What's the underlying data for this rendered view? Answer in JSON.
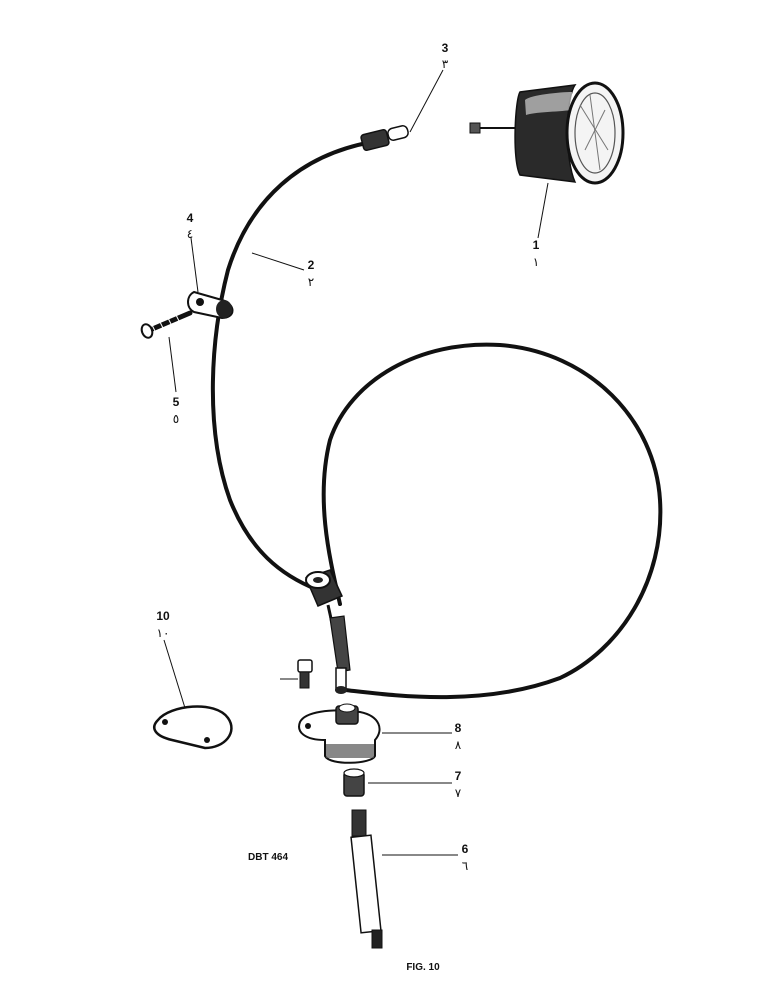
{
  "callouts": [
    {
      "id": "1",
      "num": "1",
      "ar": "١"
    },
    {
      "id": "2",
      "num": "2",
      "ar": "٢"
    },
    {
      "id": "3",
      "num": "3",
      "ar": "٣"
    },
    {
      "id": "4",
      "num": "4",
      "ar": "٤"
    },
    {
      "id": "5",
      "num": "5",
      "ar": "٥"
    },
    {
      "id": "6",
      "num": "6",
      "ar": "٦"
    },
    {
      "id": "7",
      "num": "7",
      "ar": "٧"
    },
    {
      "id": "8",
      "num": "8",
      "ar": "٨"
    },
    {
      "id": "10",
      "num": "10",
      "ar": "١٠"
    }
  ],
  "drawing_ref": "DBT 464",
  "figure": "FIG. 10",
  "colors": {
    "ink": "#111111",
    "paper": "#ffffff"
  }
}
